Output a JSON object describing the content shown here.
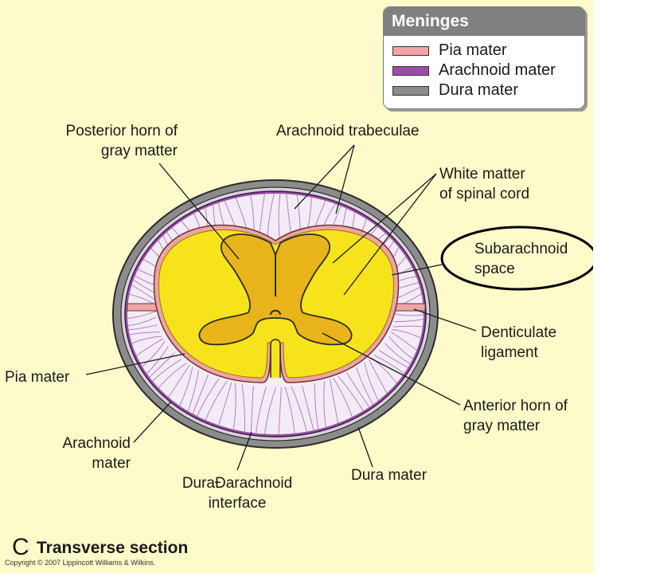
{
  "legend": {
    "title": "Meninges",
    "items": [
      {
        "label": "Pia mater",
        "color": "#f2a3a3"
      },
      {
        "label": "Arachnoid mater",
        "color": "#9b4ea6"
      },
      {
        "label": "Dura mater",
        "color": "#8c8c8c"
      }
    ]
  },
  "labels": {
    "posterior_horn": [
      "Posterior horn of",
      "gray matter"
    ],
    "arachnoid_trabeculae": "Arachnoid trabeculae",
    "white_matter": [
      "White matter",
      "of spinal cord"
    ],
    "subarachnoid_space": [
      "Subarachnoid",
      "space"
    ],
    "denticulate_ligament": [
      "Denticulate",
      "ligament"
    ],
    "anterior_horn": [
      "Anterior horn of",
      "gray matter"
    ],
    "pia_mater": "Pia mater",
    "arachnoid_mater": [
      "Arachnoid",
      "mater"
    ],
    "dura_arachnoid_interface": [
      "DuraÐarachnoid",
      "interface"
    ],
    "dura_mater": "Dura mater"
  },
  "caption": {
    "letter": "C",
    "title": "Transverse section",
    "copyright": "Copyright © 2007 Lippincott Williams & Wilkins."
  },
  "colors": {
    "background": "#fdfbc9",
    "white_matter": "#f6e31b",
    "gray_matter": "#e8b41a",
    "subarachnoid": "#f3ecf6",
    "trabeculae": "#b47ec1",
    "pia": "#f2a3a3",
    "arachnoid": "#9b4ea6",
    "dura": "#8c8c8c",
    "highlight_ellipse": "#000000"
  }
}
